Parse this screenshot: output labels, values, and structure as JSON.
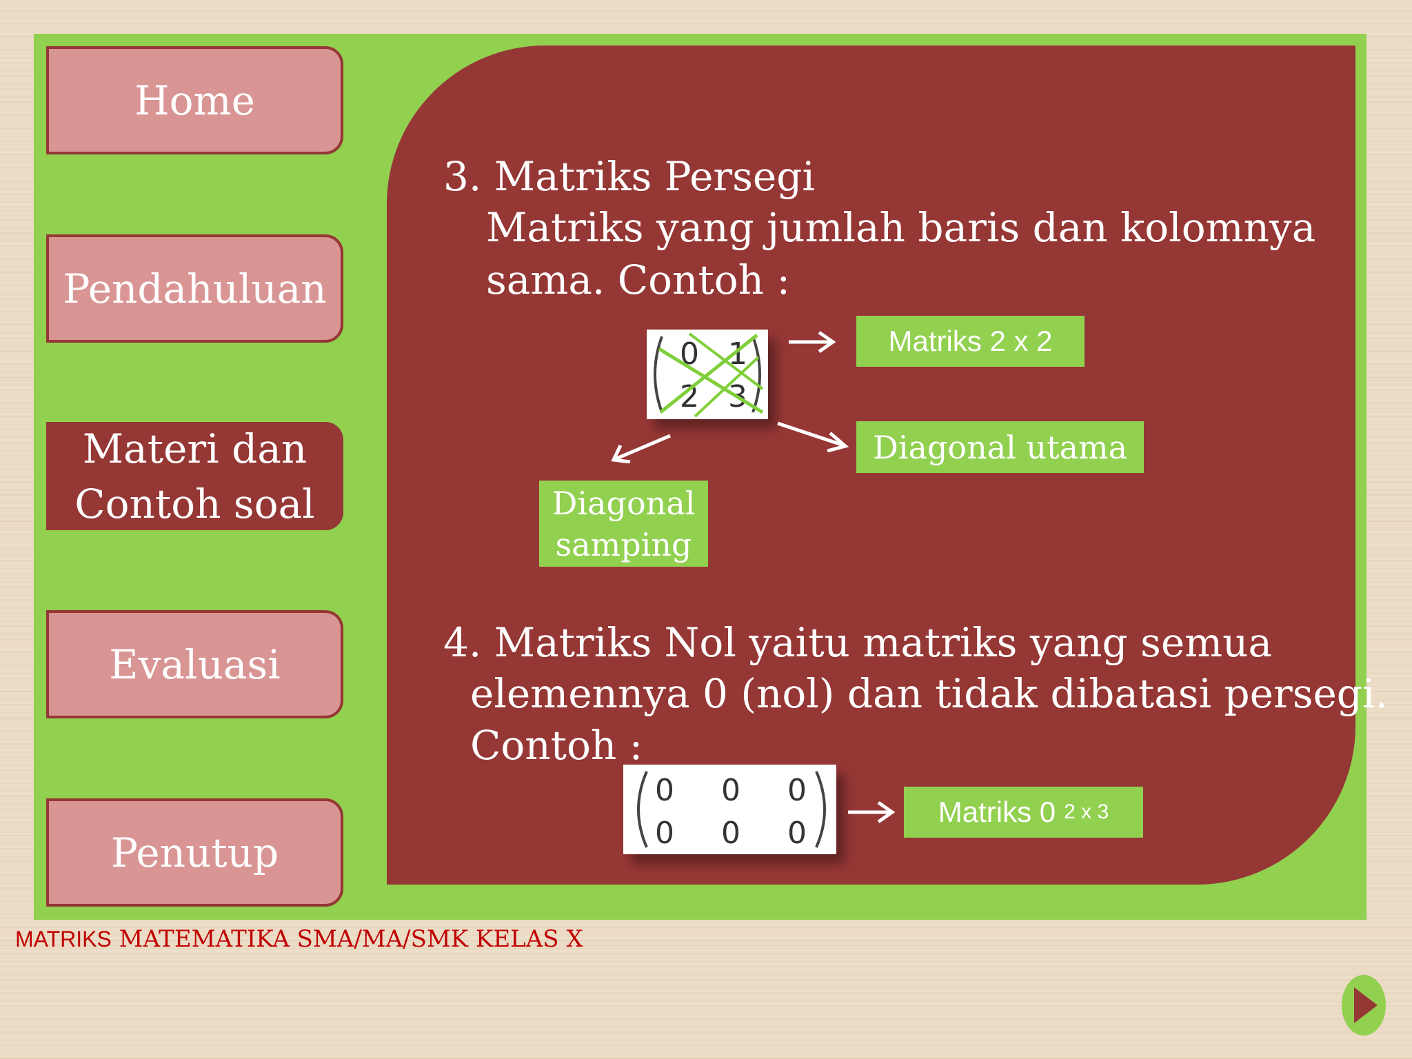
{
  "nav": {
    "home": "Home",
    "pendahuluan": "Pendahuluan",
    "materi_line1": "Materi dan",
    "materi_line2": "Contoh soal",
    "evaluasi": "Evaluasi",
    "penutup": "Penutup"
  },
  "section3": {
    "title": "3. Matriks Persegi",
    "desc_line1": "Matriks yang jumlah baris dan kolomnya",
    "desc_line2": "sama. Contoh :",
    "matrix": [
      [
        "0",
        "1"
      ],
      [
        "2",
        "3"
      ]
    ],
    "label_size": "Matriks 2 x 2",
    "label_main_diag": "Diagonal utama",
    "label_side_diag_line1": "Diagonal",
    "label_side_diag_line2": "samping"
  },
  "section4": {
    "line1": "4. Matriks Nol yaitu matriks yang semua",
    "line2": "elemennya 0 (nol) dan tidak dibatasi persegi.",
    "line3": "Contoh :",
    "matrix": [
      [
        "0",
        "0",
        "0"
      ],
      [
        "0",
        "0",
        "0"
      ]
    ],
    "label_main": "Matriks 0",
    "label_sub": "2 x 3"
  },
  "footer": {
    "prefix": "MATRIKS",
    "text": "MATEMATIKA SMA/MA/SMK KELAS X"
  },
  "icons": {
    "next": "play-next-icon",
    "arrow": "arrow-right-icon"
  },
  "colors": {
    "green": "#92d050",
    "maroon": "#953735",
    "pink": "#d99594",
    "footer_red": "#c00000"
  }
}
